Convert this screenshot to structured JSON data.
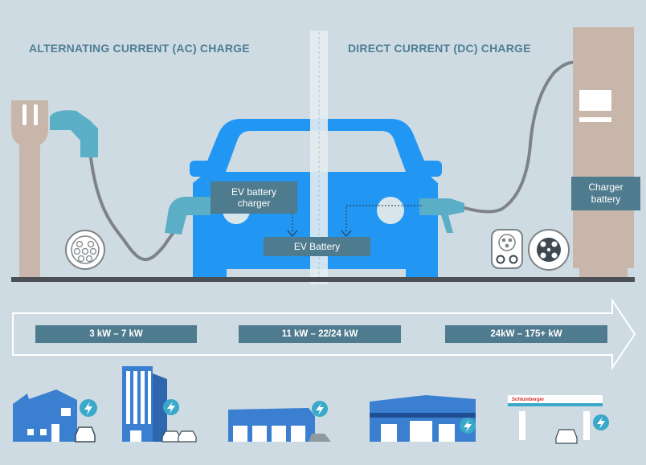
{
  "headings": {
    "ac": "ALTERNATING CURRENT (AC) CHARGE",
    "dc": "DIRECT CURRENT (DC) CHARGE"
  },
  "labels": {
    "ev_battery_charger": "EV battery charger",
    "ev_battery": "EV Battery",
    "charger_battery": "Charger battery"
  },
  "ranges": [
    {
      "text": "3 kW – 7 kW"
    },
    {
      "text": "11 kW – 22/24 kW"
    },
    {
      "text": "24kW – 175+ kW"
    }
  ],
  "station_sign": "Schlumberger",
  "colors": {
    "background": "#cfdbe2",
    "car": "#2196f3",
    "label_box": "#4f7b8e",
    "cable": "#7d8387",
    "plug": "#5aaec6",
    "charger_post": "#c7b6a9",
    "heading": "#4d7e95",
    "building": "#3a7fd0",
    "bolt_badge": "#3aa8c8"
  },
  "icons": [
    "ac-wall-charger-icon",
    "type2-connector-icon",
    "ccs-connector-icon",
    "chademo-connector-icon",
    "lightning-bolt-icon",
    "house-icon",
    "office-tower-icon",
    "garage-icon",
    "service-building-icon",
    "fuel-station-icon",
    "car-icon"
  ]
}
